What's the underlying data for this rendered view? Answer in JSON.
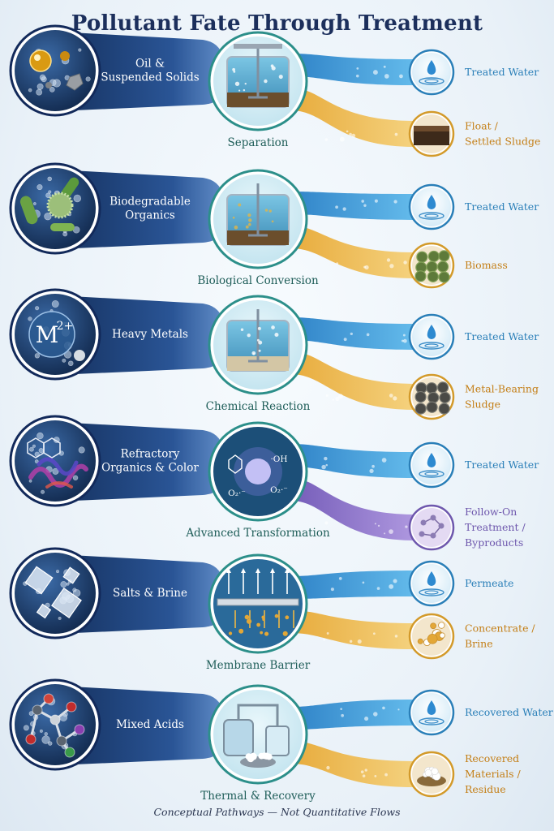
{
  "title": "Pollutant Fate Through Treatment",
  "footer": "Conceptual Pathways — Not Quantitative Flows",
  "colors": {
    "navy": "#1d3f77",
    "water_blue": "#2f8fd0",
    "sludge_gold": "#e3a737",
    "byproduct_purple": "#7a5cc0",
    "text_blue": "#2a7fb8",
    "text_gold": "#c47f17",
    "text_purple": "#6e57ad",
    "process_ring": "#2c8f8a"
  },
  "rows": [
    {
      "pollutant": [
        "Oil &",
        "Suspended Solids"
      ],
      "pollutant_icon": "oil-droplets-icon",
      "process": "Separation",
      "process_icon": "clarifier-tank-icon",
      "outputs": [
        {
          "label": [
            "Treated Water"
          ],
          "icon": "water-drop-icon",
          "type": "water"
        },
        {
          "label": [
            "Float /",
            "Settled Sludge"
          ],
          "icon": "sludge-icon",
          "type": "sludge"
        }
      ]
    },
    {
      "pollutant": [
        "Biodegradable",
        "Organics"
      ],
      "pollutant_icon": "microbes-icon",
      "process": "Biological Conversion",
      "process_icon": "bioreactor-tank-icon",
      "outputs": [
        {
          "label": [
            "Treated Water"
          ],
          "icon": "water-drop-icon",
          "type": "water"
        },
        {
          "label": [
            "Biomass"
          ],
          "icon": "biomass-icon",
          "type": "sludge"
        }
      ]
    },
    {
      "pollutant": [
        "Heavy Metals"
      ],
      "pollutant_icon": "metal-ion-icon",
      "pollutant_symbol": "M",
      "pollutant_charge": "2+",
      "process": "Chemical Reaction",
      "process_icon": "precipitation-tank-icon",
      "outputs": [
        {
          "label": [
            "Treated Water"
          ],
          "icon": "water-drop-icon",
          "type": "water"
        },
        {
          "label": [
            "Metal-Bearing",
            "Sludge"
          ],
          "icon": "metal-sludge-icon",
          "type": "sludge"
        }
      ]
    },
    {
      "pollutant": [
        "Refractory",
        "Organics & Color"
      ],
      "pollutant_icon": "aromatic-molecule-icon",
      "process": "Advanced Transformation",
      "process_icon": "oxidation-radicals-icon",
      "radicals": [
        "·OH",
        "O₂·⁻",
        "O₂·⁻"
      ],
      "outputs": [
        {
          "label": [
            "Treated Water"
          ],
          "icon": "water-drop-icon",
          "type": "water"
        },
        {
          "label": [
            "Follow-On",
            "Treatment /",
            "Byproducts"
          ],
          "icon": "byproduct-molecule-icon",
          "type": "byproduct"
        }
      ]
    },
    {
      "pollutant": [
        "Salts & Brine"
      ],
      "pollutant_icon": "salt-crystal-icon",
      "process": "Membrane Barrier",
      "process_icon": "membrane-icon",
      "outputs": [
        {
          "label": [
            "Permeate"
          ],
          "icon": "water-drop-icon",
          "type": "water"
        },
        {
          "label": [
            "Concentrate /",
            "Brine"
          ],
          "icon": "brine-crystals-icon",
          "type": "sludge"
        }
      ]
    },
    {
      "pollutant": [
        "Mixed Acids"
      ],
      "pollutant_icon": "molecule-model-icon",
      "process": "Thermal & Recovery",
      "process_icon": "evaporator-icon",
      "outputs": [
        {
          "label": [
            "Recovered Water"
          ],
          "icon": "water-drop-icon",
          "type": "water"
        },
        {
          "label": [
            "Recovered",
            "Materials /",
            "Residue"
          ],
          "icon": "recovered-salt-icon",
          "type": "sludge"
        }
      ]
    }
  ]
}
